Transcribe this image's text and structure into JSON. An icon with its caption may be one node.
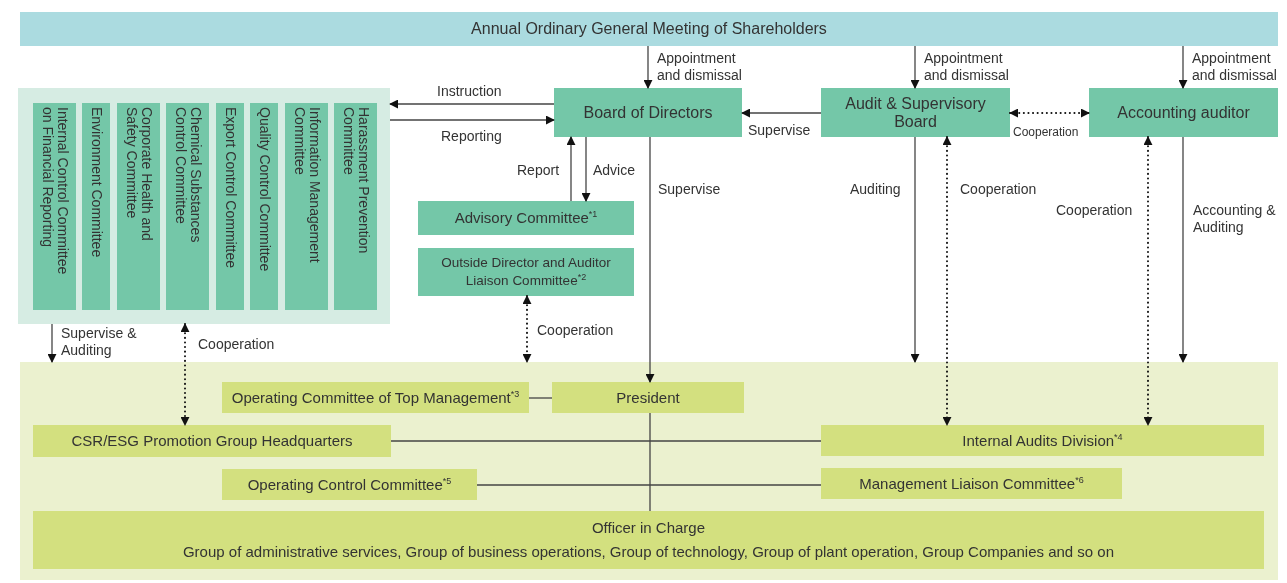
{
  "diagram": {
    "nodes": [
      {
        "text": [
          "Annual Ordinary General Meeting of Shareholders"
        ]
      },
      {
        "text": [],
        "shape": "box"
      },
      {
        "text": [
          "Internal Control Committee on Financial Reporting"
        ],
        "in": 1
      },
      {
        "text": [
          "Environment Committee"
        ],
        "in": 1
      },
      {
        "text": [
          "Corporate Health and Safety Committee"
        ],
        "in": 1
      },
      {
        "text": [
          "Chemical Substances Control Committee"
        ],
        "in": 1
      },
      {
        "text": [
          "Export Control Committee"
        ],
        "in": 1
      },
      {
        "text": [
          "Quality Control Committee"
        ],
        "in": 1
      },
      {
        "text": [
          "Information Management Committee"
        ],
        "in": 1
      },
      {
        "text": [
          "Harassment Prevention Committee"
        ],
        "in": 1
      },
      {
        "text": [
          "Board of Directors"
        ]
      },
      {
        "text": [
          "Audit & Supervisory Board"
        ]
      },
      {
        "text": [
          "Accounting auditor"
        ]
      },
      {
        "text": [
          "Advisory Committee$^{*1}$"
        ]
      },
      {
        "text": [
          "Outside Director and Auditor Liaison Committee$^{*2}$"
        ]
      },
      {
        "text": [],
        "shape": "box"
      },
      {
        "text": [
          "Operating Committee of Top Management$^{*3}$"
        ],
        "in": 15
      },
      {
        "text": [
          "President"
        ],
        "in": 15
      },
      {
        "text": [
          "CSR/ESG Promotion Group Headquarters"
        ],
        "in": 15
      },
      {
        "text": [
          "Internal Audits Division$^{*4}$"
        ],
        "in": 15
      },
      {
        "text": [
          "Operating Control Committee$^{*5}$"
        ],
        "in": 15
      },
      {
        "text": [
          "Management Liaison Committee$^{*6}$"
        ],
        "in": 15
      },
      {
        "text": [
          "Officer in Charge",
          "Group of administrative services, Group of business operations, Group of technology, Group of plant operation, Group Companies and so on"
        ],
        "in": 15
      }
    ],
    "edges": [
      {
        "from": 0,
        "to": 10,
        "arrow": "to",
        "label": "Appointment and dismissal"
      },
      {
        "from": 0,
        "to": 11,
        "arrow": "to",
        "label": "Appointment and dismissal"
      },
      {
        "from": 0,
        "to": 12,
        "arrow": "to",
        "label": "Appointment and dismissal"
      },
      {
        "from": 10,
        "to": 1,
        "arrow": "to",
        "label": "Instruction"
      },
      {
        "from": 1,
        "to": 10,
        "arrow": "to",
        "label": "Reporting"
      },
      {
        "from": 11,
        "to": 10,
        "arrow": "to",
        "label": "Supervise"
      },
      {
        "from": 11,
        "to": 12,
        "arrow": "both",
        "label": "Cooperation",
        "style": "dashed"
      },
      {
        "from": 13,
        "to": 10,
        "arrow": "to",
        "label": "Report"
      },
      {
        "from": 10,
        "to": 13,
        "arrow": "to",
        "label": "Advice"
      },
      {
        "from": 10,
        "to": 17,
        "arrow": "to",
        "label": "Supervise"
      },
      {
        "from": 1,
        "to": 15,
        "arrow": "to",
        "label": "Supervise & Auditing"
      },
      {
        "from": 1,
        "to": 18,
        "arrow": "both",
        "label": "Cooperation",
        "style": "dashed"
      },
      {
        "from": 14,
        "to": 15,
        "arrow": "both",
        "label": "Cooperation",
        "style": "dashed"
      },
      {
        "from": 11,
        "to": 15,
        "arrow": "to",
        "label": "Auditing"
      },
      {
        "from": 11,
        "to": 19,
        "arrow": "both",
        "label": "Cooperation",
        "style": "dashed"
      },
      {
        "from": 12,
        "to": 19,
        "arrow": "both",
        "label": "Cooperation",
        "style": "dashed"
      },
      {
        "from": 12,
        "to": 15,
        "arrow": "to",
        "label": "Accounting & Auditing"
      },
      {
        "from": 16,
        "to": 17,
        "arrow": "none"
      },
      {
        "from": 18,
        "to": 19,
        "arrow": "none"
      },
      {
        "from": 20,
        "to": 21,
        "arrow": "none"
      },
      {
        "from": 17,
        "to": 22,
        "arrow": "none"
      }
    ]
  }
}
